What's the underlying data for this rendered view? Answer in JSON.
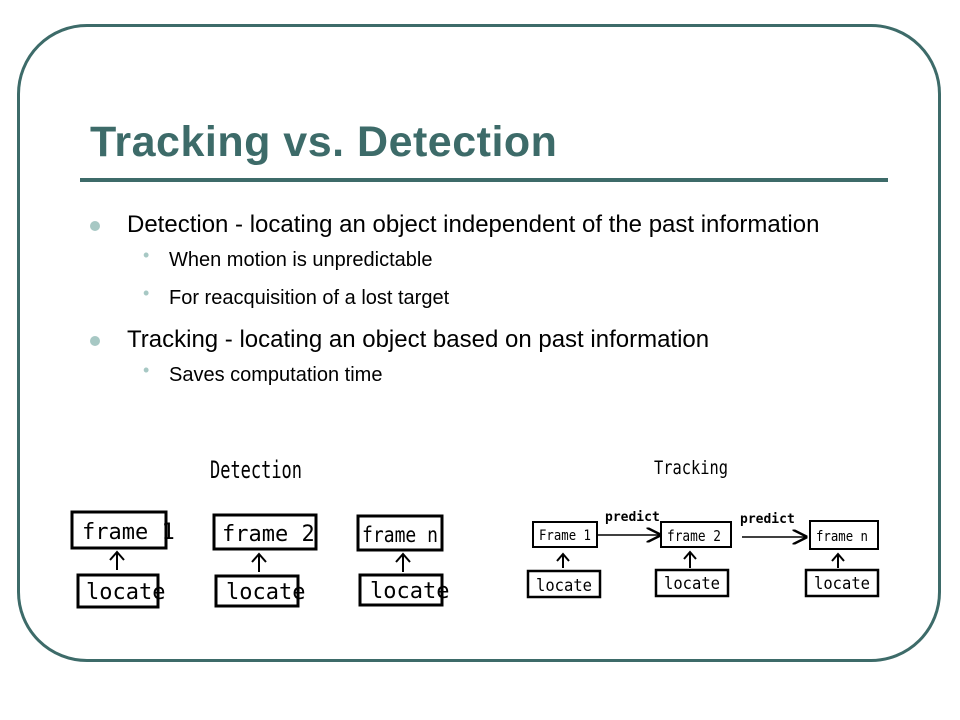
{
  "slide": {
    "title": "Tracking vs. Detection",
    "bullets": [
      {
        "text": "Detection - locating an object independent of the past information",
        "sub": [
          "When motion is unpredictable",
          "For reacquisition of a lost target"
        ]
      },
      {
        "text": "Tracking - locating an object based on past information",
        "sub": [
          "Saves computation time"
        ]
      }
    ]
  },
  "diagram": {
    "detection": {
      "heading": "Detection",
      "frames": [
        "frame 1",
        "frame 2",
        "frame n"
      ],
      "locate": [
        "locate",
        "locate",
        "locate"
      ]
    },
    "tracking": {
      "heading": "Tracking",
      "frames": [
        "Frame 1",
        "frame 2",
        "frame n"
      ],
      "locate": [
        "locate",
        "locate",
        "locate"
      ],
      "arrows": [
        "predict",
        "predict"
      ]
    }
  },
  "colors": {
    "accent": "#3d6b69",
    "bullet": "#a7c8c4"
  }
}
